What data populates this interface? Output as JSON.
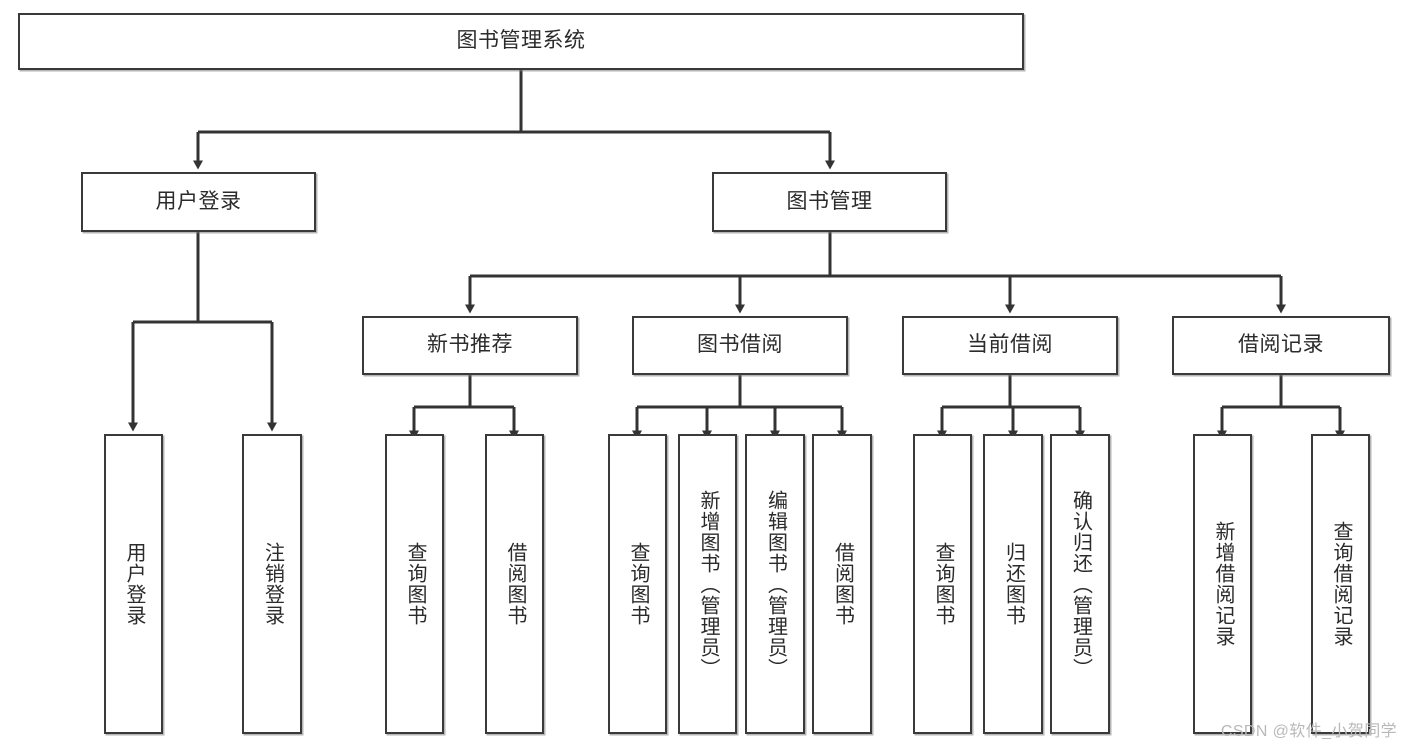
{
  "diagram": {
    "title": "图书管理系统",
    "type": "tree-hierarchy-chart",
    "watermark": "CSDN @软件_小贺同学",
    "colors": {
      "box_border": "#3a3a3a",
      "box_fill": "#ffffff",
      "connector": "#333333",
      "text": "#2b2b2b",
      "watermark": "#b9b9b9"
    },
    "root": {
      "label": "图书管理系统"
    },
    "level2": [
      {
        "label": "用户登录"
      },
      {
        "label": "图书管理"
      }
    ],
    "level3": [
      {
        "label": "新书推荐"
      },
      {
        "label": "图书借阅"
      },
      {
        "label": "当前借阅"
      },
      {
        "label": "借阅记录"
      }
    ],
    "leaves": {
      "user_login": [
        {
          "label": "用户登录"
        },
        {
          "label": "注销登录"
        }
      ],
      "new_book_recommend": [
        {
          "label": "查询图书"
        },
        {
          "label": "借阅图书"
        }
      ],
      "book_borrow": [
        {
          "label": "查询图书"
        },
        {
          "label": "新增图书（管理员）"
        },
        {
          "label": "编辑图书（管理员）"
        },
        {
          "label": "借阅图书"
        }
      ],
      "current_borrow": [
        {
          "label": "查询图书"
        },
        {
          "label": "归还图书"
        },
        {
          "label": "确认归还（管理员）"
        }
      ],
      "borrow_record": [
        {
          "label": "新增借阅记录"
        },
        {
          "label": "查询借阅记录"
        }
      ]
    }
  }
}
